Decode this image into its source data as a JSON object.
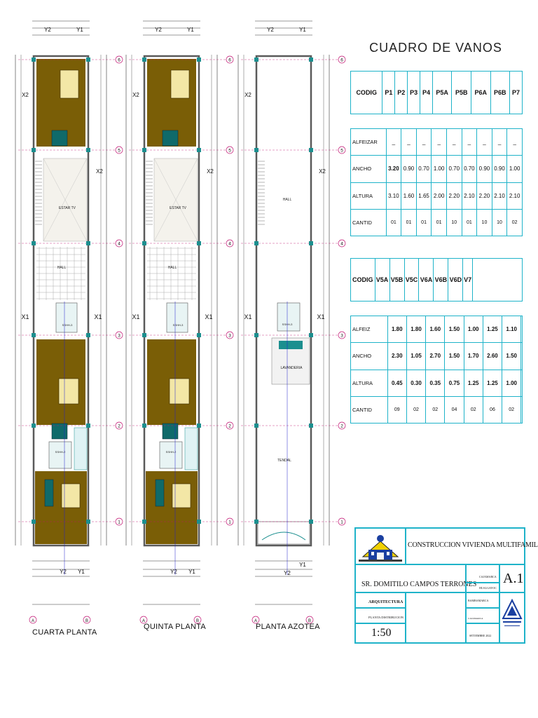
{
  "plans": {
    "cuarta": {
      "title": "CUARTA PLANTA",
      "rooms": [
        "ESTAR TV",
        "HALL",
        "SSHH-3",
        "SSHH-2"
      ]
    },
    "quinta": {
      "title": "QUINTA PLANTA",
      "rooms": [
        "ESTAR TV",
        "HALL",
        "SSHH-3",
        "SSHH-2"
      ]
    },
    "azotea": {
      "title": "PLANTA AZOTEA",
      "rooms": [
        "HALL",
        "SSHH-3",
        "LAVANDERIA",
        "TENDAL"
      ]
    }
  },
  "axes": {
    "rows": [
      "1",
      "2",
      "3",
      "4",
      "5",
      "6"
    ],
    "cols": [
      "A",
      "B"
    ],
    "x_marks": [
      "X1",
      "X2"
    ],
    "y_marks": [
      "Y1",
      "Y2"
    ]
  },
  "vanos": {
    "title": "CUADRO DE VANOS",
    "puertas": {
      "code_label": "CODIG",
      "codes": [
        "P1",
        "P2",
        "P3",
        "P4",
        "P5A",
        "P5B",
        "P6A",
        "P6B",
        "P7"
      ],
      "rows": [
        {
          "label": "ALFEIZAR",
          "values": [
            "_",
            "_",
            "_",
            "_",
            "_",
            "_",
            "_",
            "_",
            "_"
          ]
        },
        {
          "label": "ANCHO",
          "values": [
            "3.20",
            "0.90",
            "0.70",
            "1.00",
            "0.70",
            "0.70",
            "0.90",
            "0.90",
            "1.00"
          ]
        },
        {
          "label": "ALTURA",
          "values": [
            "3.10",
            "1.60",
            "1.65",
            "2.00",
            "2.20",
            "2.10",
            "2.20",
            "2.10",
            "2.10"
          ]
        },
        {
          "label": "CANTID",
          "values": [
            "01",
            "01",
            "01",
            "01",
            "10",
            "01",
            "10",
            "10",
            "02"
          ]
        }
      ]
    },
    "ventanas": {
      "code_label": "CODIG",
      "codes": [
        "V5A",
        "V5B",
        "V5C",
        "V6A",
        "V6B",
        "V6D",
        "V7"
      ],
      "rows": [
        {
          "label": "ALFEIZ",
          "values": [
            "1.80",
            "1.80",
            "1.60",
            "1.50",
            "1.00",
            "1.25",
            "1.10"
          ]
        },
        {
          "label": "ANCHO",
          "values": [
            "2.30",
            "1.05",
            "2.70",
            "1.50",
            "1.70",
            "2.60",
            "1.50"
          ]
        },
        {
          "label": "ALTURA",
          "values": [
            "0.45",
            "0.30",
            "0.35",
            "0.75",
            "1.25",
            "1.25",
            "1.00"
          ]
        },
        {
          "label": "CANTID",
          "values": [
            "09",
            "02",
            "02",
            "04",
            "02",
            "06",
            "02"
          ]
        }
      ]
    }
  },
  "title_block": {
    "project": "CONSTRUCCION VIVIENDA MULTIFAMILIAR",
    "owner": "SR. DOMITILO CAMPOS TERRONES",
    "sheet": "A.1",
    "specialty": "ARQUITECTURA",
    "plan_name": "PLANTA DISTRIBUCION",
    "scale": "1:50",
    "region": "CAJAMARCA",
    "province": "CAJAMARCA",
    "district": "HUALGAYOC",
    "locality": "BAMBAMARCA",
    "date": "SETIEMBRE 2022"
  },
  "colors": {
    "plan_line": "#5a5a5a",
    "bedroom_fill": "#7a5e06",
    "grid_magenta": "#c01070",
    "column_teal": "#1c8f8f",
    "table_border": "#1fb3c9",
    "axis_blue": "#2020cc"
  }
}
